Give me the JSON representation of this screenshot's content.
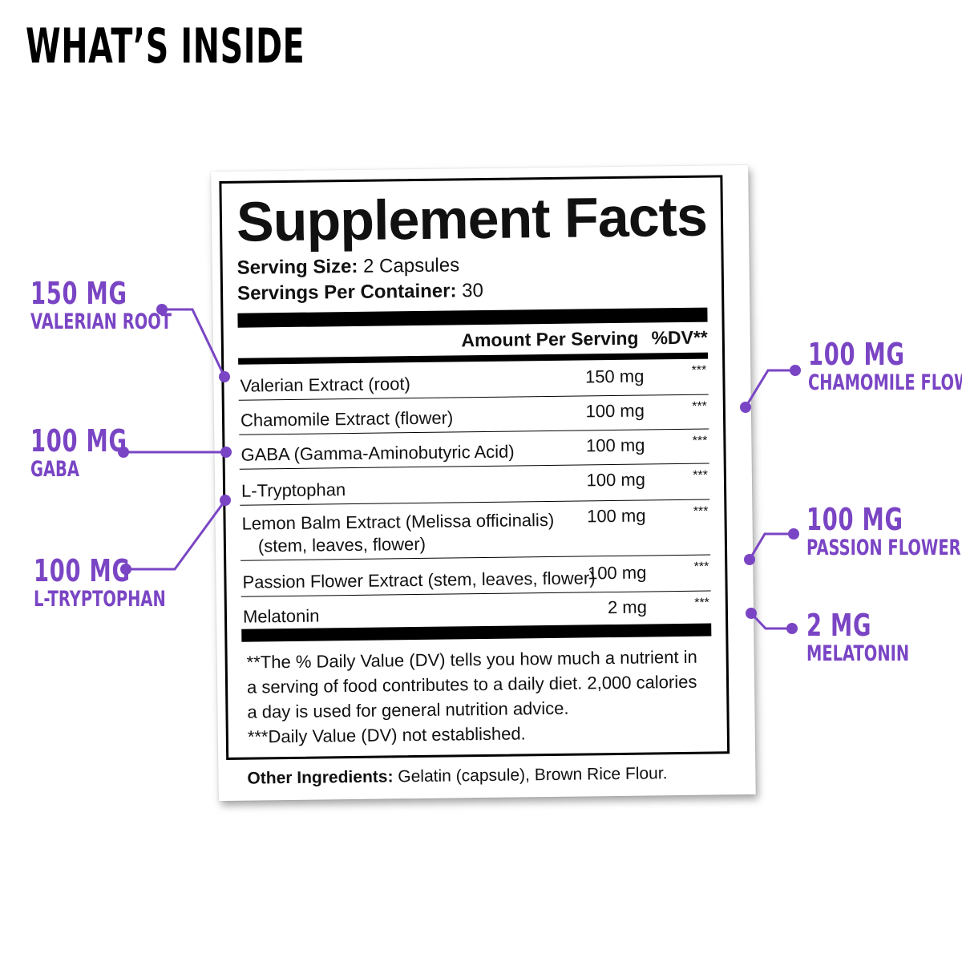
{
  "page": {
    "title": "WHAT’S INSIDE"
  },
  "colors": {
    "accent": "#7a45c4",
    "text": "#111111",
    "background": "#ffffff"
  },
  "callouts": [
    {
      "amount": "150 MG",
      "name": "VALERIAN ROOT"
    },
    {
      "amount": "100 MG",
      "name": "GABA"
    },
    {
      "amount": "100 MG",
      "name": "L-TRYPTOPHAN"
    },
    {
      "amount": "100 MG",
      "name": "CHAMOMILE FLOWER"
    },
    {
      "amount": "100 MG",
      "name": "PASSION FLOWER"
    },
    {
      "amount": "2 MG",
      "name": "MELATONIN"
    }
  ],
  "label": {
    "title": "Supplement Facts",
    "serving_size_label": "Serving Size:",
    "serving_size_value": "2 Capsules",
    "servings_label": "Servings Per Container:",
    "servings_value": "30",
    "col_amount": "Amount Per Serving",
    "col_dv": "%DV**",
    "rows": [
      {
        "name": "Valerian Extract (root)",
        "amount": "150 mg",
        "dv": "***"
      },
      {
        "name": "Chamomile Extract (flower)",
        "amount": "100 mg",
        "dv": "***"
      },
      {
        "name": "GABA (Gamma-Aminobutyric Acid)",
        "amount": "100 mg",
        "dv": "***"
      },
      {
        "name": "L-Tryptophan",
        "amount": "100 mg",
        "dv": "***"
      },
      {
        "name": "Lemon Balm Extract (Melissa officinalis)",
        "name2": "(stem, leaves, flower)",
        "amount": "100 mg",
        "dv": "***"
      },
      {
        "name": "Passion Flower Extract (stem, leaves, flower)",
        "amount": "100 mg",
        "dv": "***"
      },
      {
        "name": "Melatonin",
        "amount": "2 mg",
        "dv": "***"
      }
    ],
    "footnote_1": "**The % Daily Value (DV) tells you how much a nutrient in a serving of food contributes to a daily diet. 2,000 calories a day is used for general nutrition advice.",
    "footnote_2": "***Daily Value (DV) not established.",
    "other_label": "Other Ingredients:",
    "other_value": "Gelatin (capsule), Brown Rice Flour."
  }
}
